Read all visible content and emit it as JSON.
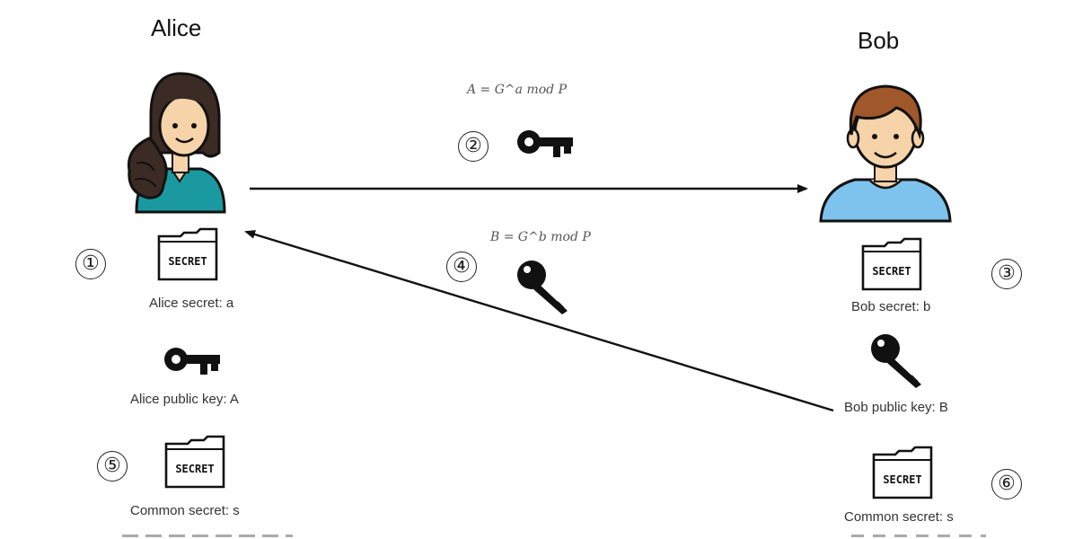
{
  "participants": {
    "alice": {
      "name": "Alice"
    },
    "bob": {
      "name": "Bob"
    }
  },
  "messages": {
    "to_bob": {
      "formula": "A = G^a mod P",
      "step": "②"
    },
    "to_alice": {
      "formula": "B = G^b mod P",
      "step": "④"
    }
  },
  "alice_items": {
    "secret": {
      "step": "①",
      "label": "Alice secret: a",
      "tag": "SECRET"
    },
    "public_key": {
      "label": "Alice public key: A"
    },
    "common": {
      "step": "⑤",
      "label": "Common secret: s",
      "tag": "SECRET"
    }
  },
  "bob_items": {
    "secret": {
      "step": "③",
      "label": "Bob secret: b",
      "tag": "SECRET"
    },
    "public_key": {
      "label": "Bob public key: B"
    },
    "common": {
      "step": "⑥",
      "label": "Common secret: s",
      "tag": "SECRET"
    }
  },
  "colors": {
    "alice_shirt": "#1a9aa0",
    "bob_shirt": "#7ec3ee",
    "hair_alice": "#3b2b24",
    "hair_bob": "#a0572a",
    "skin": "#f6d3a8"
  }
}
